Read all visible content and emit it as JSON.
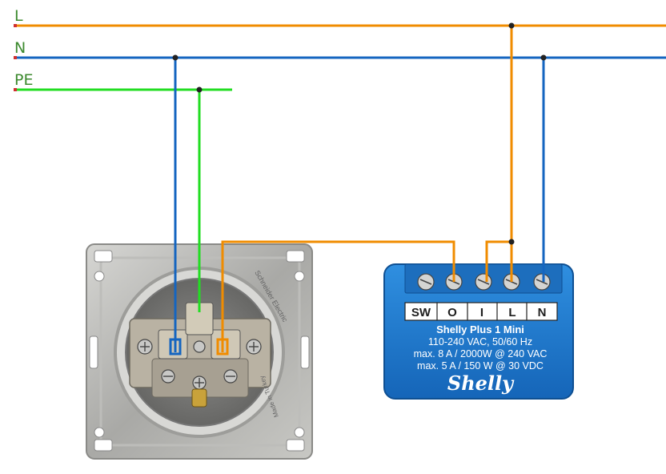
{
  "rails": {
    "L": {
      "label": "L",
      "color": "#f08c00"
    },
    "N": {
      "label": "N",
      "color": "#1565c0"
    },
    "PE": {
      "label": "PE",
      "color": "#22dd22"
    }
  },
  "device": {
    "terminals": [
      "SW",
      "O",
      "I",
      "L",
      "N"
    ],
    "name": "Shelly Plus 1 Mini",
    "line1": "110-240 VAC, 50/60 Hz",
    "line2": "max. 8 A / 2000W @ 240 VAC",
    "line3": "max. 5 A / 150 W @ 30 VDC",
    "brand": "Shelly",
    "color": "#1a78c8"
  },
  "socket": {
    "maker": "Schneider Electric",
    "origin": "Made in Turkey"
  }
}
